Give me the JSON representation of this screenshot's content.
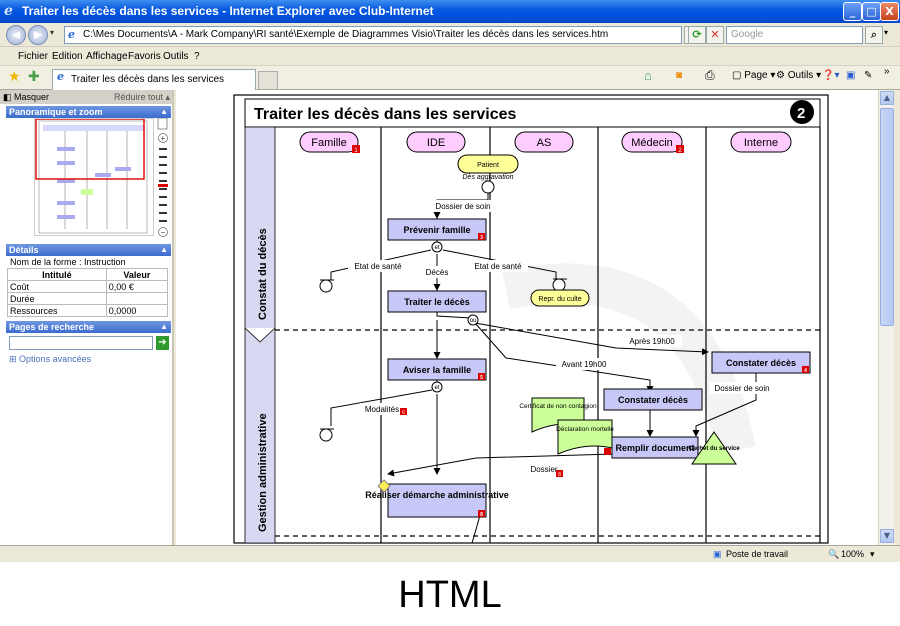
{
  "window": {
    "title": "Traiter les décès dans les services - Internet Explorer avec Club-Internet",
    "minimize": "_",
    "maximize": "□",
    "close": "X"
  },
  "address": {
    "url": "C:\\Mes Documents\\A - Mark Company\\RI santé\\Exemple de Diagrammes Visio\\Traiter les décès dans les services.htm",
    "search_placeholder": "Google"
  },
  "menu": [
    "Fichier",
    "Edition",
    "Affichage",
    "Favoris",
    "Outils",
    "?"
  ],
  "tabs": [
    {
      "label": "Traiter les décès dans les services"
    }
  ],
  "toolbar": {
    "page": "Page",
    "tools": "Outils"
  },
  "left_pane": {
    "hide": "Masquer",
    "collapse_all": "Réduire tout",
    "pan_zoom": "Panoramique et zoom",
    "details": "Détails",
    "shape_name": "Nom de la forme : Instruction",
    "columns": [
      "Intitulé",
      "Valeur"
    ],
    "rows": [
      [
        "Coût",
        "0,00 €"
      ],
      [
        "Durée",
        ""
      ],
      [
        "Ressources",
        "0,0000"
      ]
    ],
    "search_pages": "Pages de recherche",
    "advanced_options": "Options avancées"
  },
  "diagram": {
    "title": "Traiter les décès dans les services",
    "page_number": "2",
    "lanes": [
      "Famille",
      "IDE",
      "AS",
      "Médecin",
      "Interne"
    ],
    "lane_badges": [
      "1",
      "",
      "",
      "2",
      ""
    ],
    "phases": [
      "Constat du décès",
      "Gestion administrative"
    ],
    "start": {
      "label": "Patient",
      "sub": "Dès aggravation"
    },
    "tasks": [
      {
        "label": "Prévenir famille",
        "badge": "3"
      },
      {
        "label": "Traiter le décès",
        "badge": ""
      },
      {
        "label": "Aviser la famille",
        "badge": "5"
      },
      {
        "label": "Constater décès",
        "badge": ""
      },
      {
        "label": "Constater décès",
        "badge": "4"
      },
      {
        "label": "Remplir document",
        "badge": "7"
      },
      {
        "label": "Réaliser démarche administrative",
        "badge": "8"
      }
    ],
    "flows": {
      "dossier_soin": "Dossier de soin",
      "etat_sante_1": "Etat de santé",
      "deces": "Décès",
      "etat_sante_2": "Etat de santé",
      "apres": "Après 19h00",
      "avant": "Avant 19h00",
      "dossier_soin_2": "Dossier de soin",
      "modalites": "Modalités",
      "dossier": "Dossier"
    },
    "gateways": {
      "and": "et",
      "xor": "ou"
    },
    "notes": {
      "culte": "Repr. du culte",
      "certificat": "Certificat de non contagion",
      "declaration": "Déclaration mortelle",
      "cachet": "Cachet du service"
    },
    "badges": {
      "modalites": "6",
      "dossier": "8"
    }
  },
  "status": {
    "zone": "Poste de travail",
    "zoom": "100%"
  },
  "caption": "HTML",
  "colors": {
    "task_fill": "#c8c8f8",
    "lane_header": "#ffccff",
    "note": "#ffff99",
    "doc": "#ccff99"
  }
}
